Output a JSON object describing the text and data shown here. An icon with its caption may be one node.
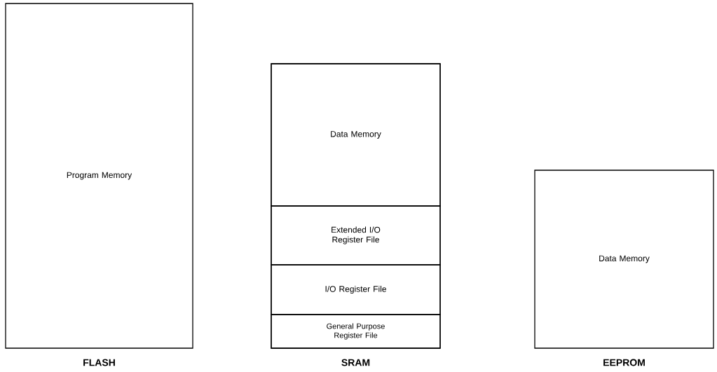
{
  "diagram": {
    "nodes": [
      {
        "text": [
          "Program Memory",
          "FLASH"
        ]
      },
      {
        "text": [
          "SRAM"
        ]
      },
      {
        "text": [
          "Data Memory"
        ],
        "in": 1
      },
      {
        "text": [
          "Extended I/O Register File"
        ],
        "in": 1
      },
      {
        "text": [
          "I/O Register File"
        ],
        "in": 1
      },
      {
        "text": [
          "General Purpose Register File"
        ],
        "in": 1
      },
      {
        "text": [
          "Data Memory",
          "EEPROM"
        ]
      }
    ]
  }
}
